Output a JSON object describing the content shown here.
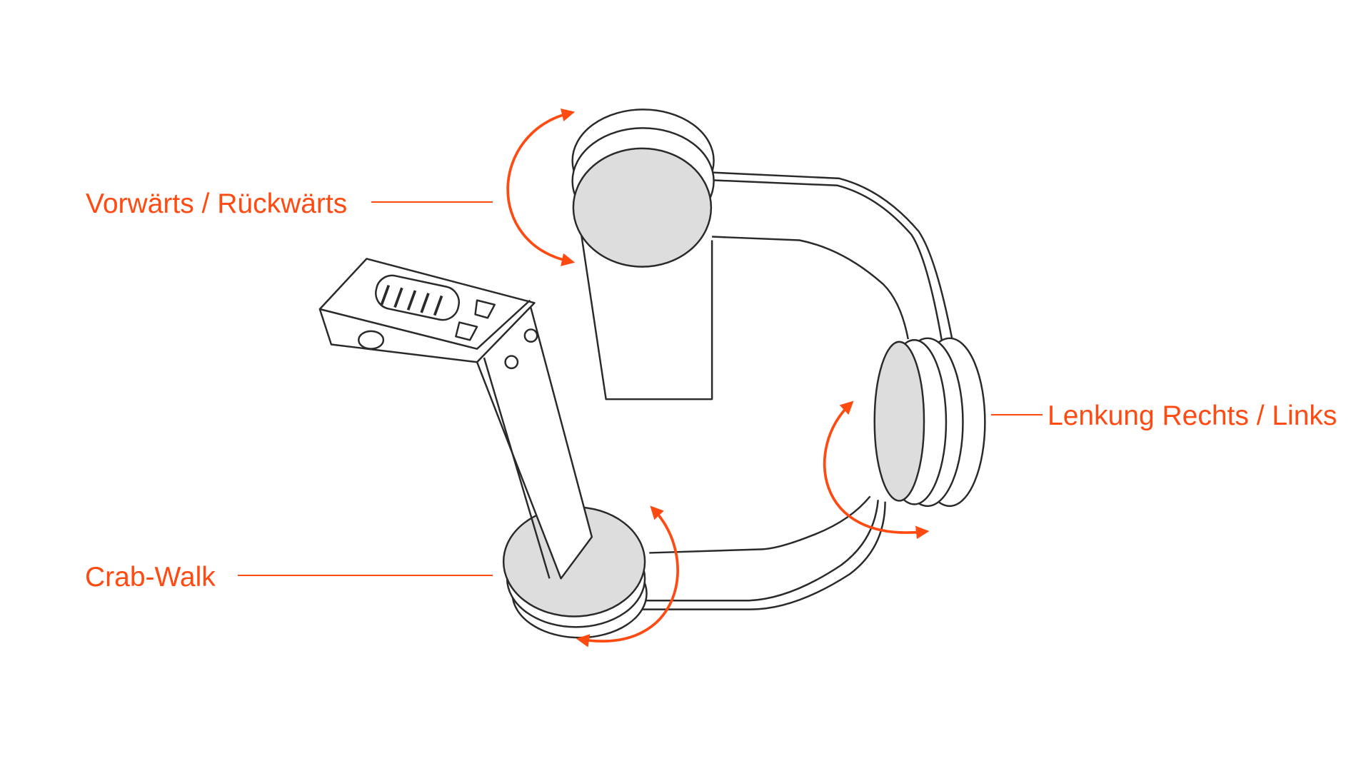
{
  "labels": {
    "forward_backward": "Vorwärts / Rückwärts",
    "steering": "Lenkung Rechts / Links",
    "crab_walk": "Crab-Walk"
  },
  "colors": {
    "accent": "#ff4a12",
    "line": "#2a2a2a",
    "wheel_face": "#dddddd"
  }
}
